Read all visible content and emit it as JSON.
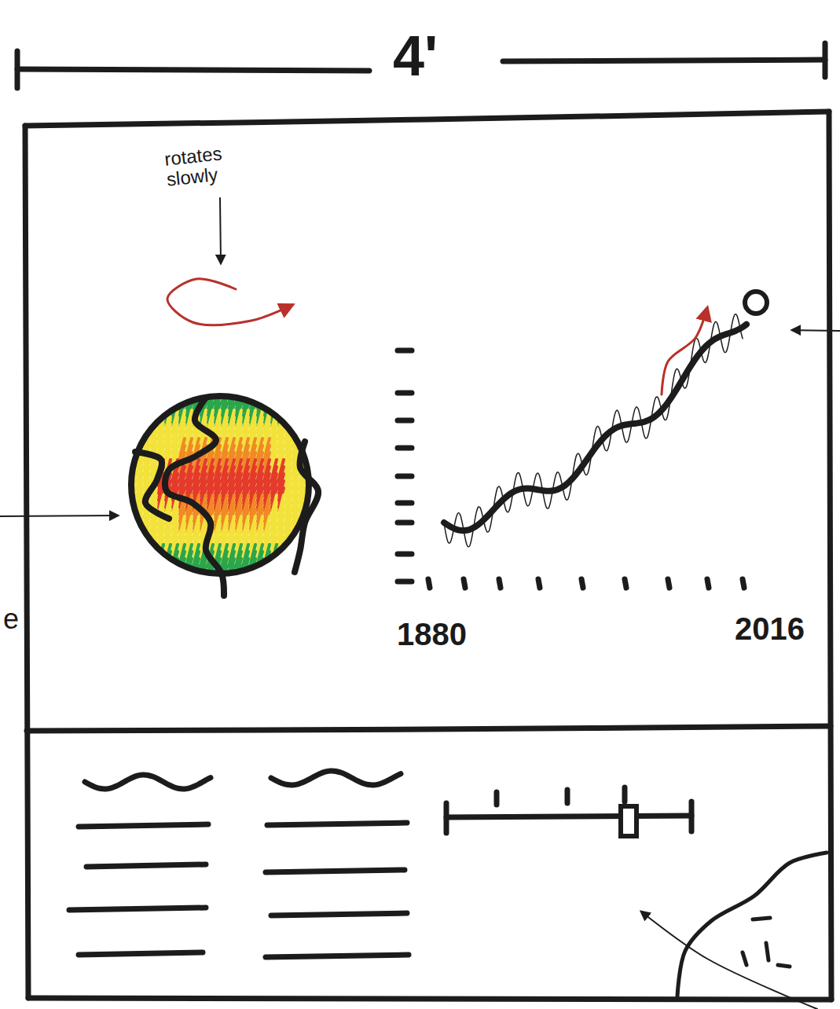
{
  "diagram": {
    "labels": [
      "4'",
      "rotates slowly",
      "1880",
      "2016",
      "e"
    ]
  }
}
